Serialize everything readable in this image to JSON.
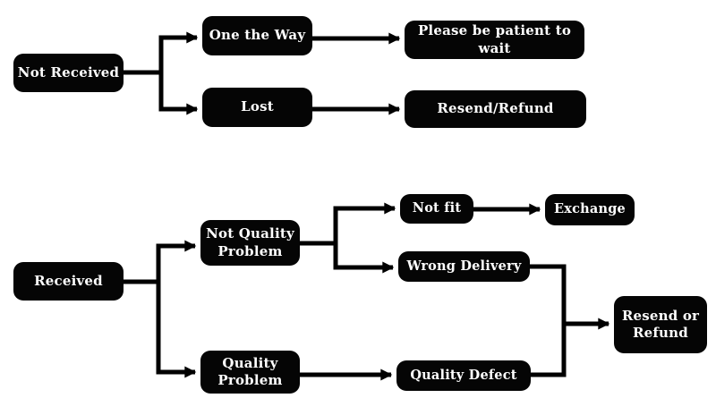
{
  "diagram": {
    "type": "flowchart",
    "background_color": "#ffffff",
    "node_background_color": "#050505",
    "node_text_color": "#ffffff",
    "connector_color": "#000000",
    "nodes": {
      "not_received": {
        "label": "Not Received"
      },
      "one_the_way": {
        "label": "One the Way"
      },
      "lost": {
        "label": "Lost"
      },
      "please_wait": {
        "label": "Please be patient to wait"
      },
      "resend_refund": {
        "label": "Resend/Refund"
      },
      "received": {
        "label": "Received"
      },
      "not_quality_problem": {
        "label": "Not Quality\nProblem"
      },
      "quality_problem": {
        "label": "Quality\nProblem"
      },
      "not_fit": {
        "label": "Not fit"
      },
      "exchange": {
        "label": "Exchange"
      },
      "wrong_delivery": {
        "label": "Wrong Delivery"
      },
      "quality_defect": {
        "label": "Quality Defect"
      },
      "resend_or_refund": {
        "label": "Resend or\nRefund"
      }
    },
    "edges": [
      {
        "from": "Not Received",
        "to": "One the Way"
      },
      {
        "from": "Not Received",
        "to": "Lost"
      },
      {
        "from": "One the Way",
        "to": "Please be patient to wait"
      },
      {
        "from": "Lost",
        "to": "Resend/Refund"
      },
      {
        "from": "Received",
        "to": "Not Quality Problem"
      },
      {
        "from": "Received",
        "to": "Quality Problem"
      },
      {
        "from": "Not Quality Problem",
        "to": "Not fit"
      },
      {
        "from": "Not Quality Problem",
        "to": "Wrong Delivery"
      },
      {
        "from": "Not fit",
        "to": "Exchange"
      },
      {
        "from": "Quality Problem",
        "to": "Quality Defect"
      },
      {
        "from": "Wrong Delivery",
        "to": "Resend or Refund"
      },
      {
        "from": "Quality Defect",
        "to": "Resend or Refund"
      }
    ]
  }
}
